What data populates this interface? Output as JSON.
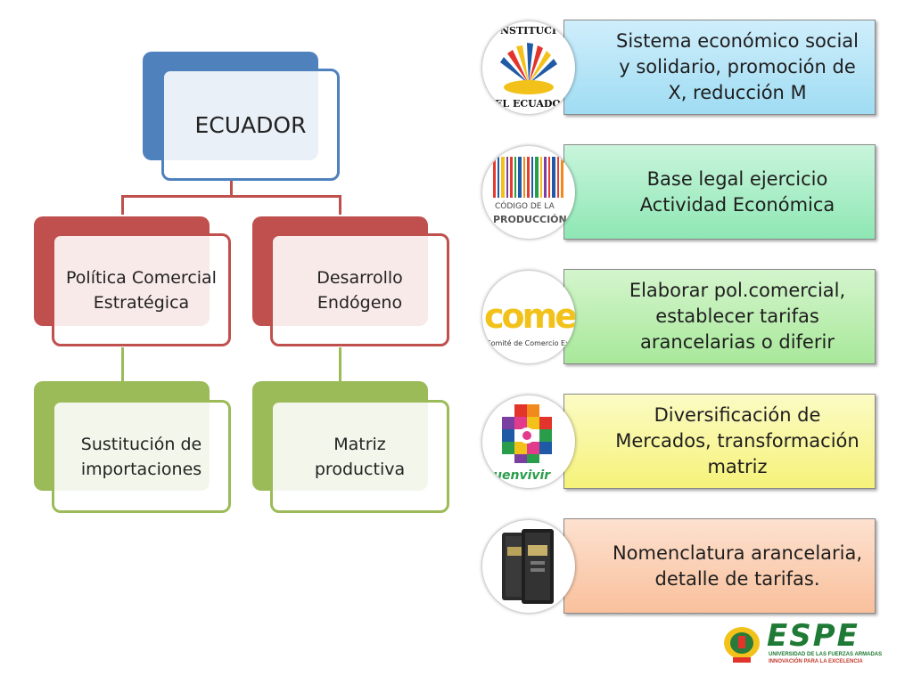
{
  "hierarchy": {
    "root": "ECUADOR",
    "left": {
      "label": "Política Comercial Estratégica",
      "child": "Sustitución de importaciones"
    },
    "right": {
      "label": "Desarrollo Endógeno",
      "child": "Matriz productiva"
    }
  },
  "cards": [
    {
      "text": "Sistema económico social y solidario, promoción de X, reducción M",
      "logo": "constitucion-logo",
      "logo_text_top": "NSTITUCI",
      "logo_text_bottom": "EL ECUADO"
    },
    {
      "text": "Base legal ejercicio Actividad Económica",
      "logo": "codigo-produccion-logo",
      "logo_text_top": "CÓDIGO DE LA",
      "logo_text_bottom": "PRODUCCIÓN"
    },
    {
      "text": "Elaborar pol.comercial, establecer tarifas arancelarias o diferir",
      "logo": "comex-logo",
      "logo_text_top": "comex",
      "logo_text_bottom": "Comité de Comercio Exterior"
    },
    {
      "text": "Diversificación de Mercados, transformación matriz",
      "logo": "buen-vivir-logo",
      "logo_text_bottom": "buenvivir"
    },
    {
      "text": "Nomenclatura arancelaria, detalle de tarifas.",
      "logo": "arancel-books-icon"
    }
  ],
  "footer": {
    "brand": "ESPE",
    "tagline1": "UNIVERSIDAD DE LAS FUERZAS ARMADAS",
    "tagline2": "INNOVACIÓN PARA LA EXCELENCIA"
  },
  "colors": {
    "blue": "#4f81bd",
    "red": "#c0504d",
    "green": "#9bbb59"
  }
}
